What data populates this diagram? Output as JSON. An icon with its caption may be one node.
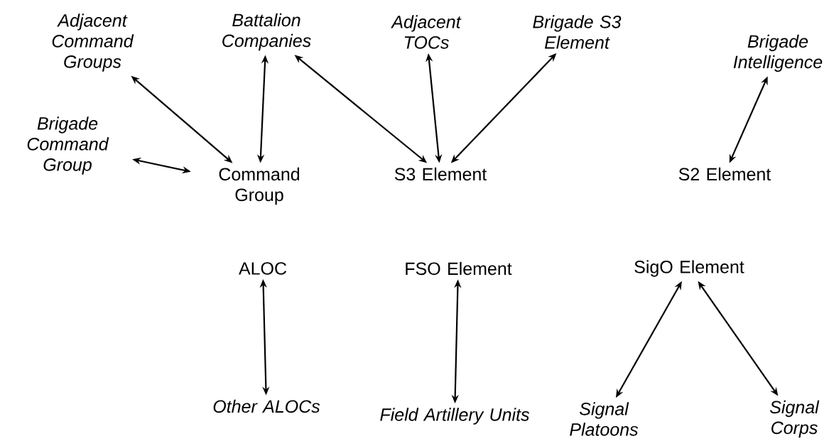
{
  "diagram": {
    "nodes": [
      {
        "text": [
          "Adjacent Command Groups"
        ]
      },
      {
        "text": [
          "Battalion Companies"
        ]
      },
      {
        "text": [
          "Adjacent TOCs"
        ]
      },
      {
        "text": [
          "Brigade S3 Element"
        ]
      },
      {
        "text": [
          "Brigade Intelligence"
        ]
      },
      {
        "text": [
          "Brigade Command Group"
        ]
      },
      {
        "text": [
          "Command Group"
        ]
      },
      {
        "text": [
          "S3 Element"
        ]
      },
      {
        "text": [
          "S2 Element"
        ]
      },
      {
        "text": [
          "ALOC"
        ]
      },
      {
        "text": [
          "FSO Element"
        ]
      },
      {
        "text": [
          "SigO Element"
        ]
      },
      {
        "text": [
          "Other ALOCs"
        ]
      },
      {
        "text": [
          "Field Artillery Units"
        ]
      },
      {
        "text": [
          "Signal Platoons"
        ]
      },
      {
        "text": [
          "Signal Corps"
        ]
      }
    ],
    "edges": [
      {
        "from": 0,
        "to": 6,
        "arrow": "both"
      },
      {
        "from": 1,
        "to": 6,
        "arrow": "both"
      },
      {
        "from": 1,
        "to": 7,
        "arrow": "both"
      },
      {
        "from": 2,
        "to": 7,
        "arrow": "both"
      },
      {
        "from": 3,
        "to": 7,
        "arrow": "both"
      },
      {
        "from": 4,
        "to": 8,
        "arrow": "both"
      },
      {
        "from": 5,
        "to": 6,
        "arrow": "both"
      },
      {
        "from": 9,
        "to": 12,
        "arrow": "both"
      },
      {
        "from": 10,
        "to": 13,
        "arrow": "both"
      },
      {
        "from": 11,
        "to": 14,
        "arrow": "both"
      },
      {
        "from": 11,
        "to": 15,
        "arrow": "both"
      }
    ]
  }
}
